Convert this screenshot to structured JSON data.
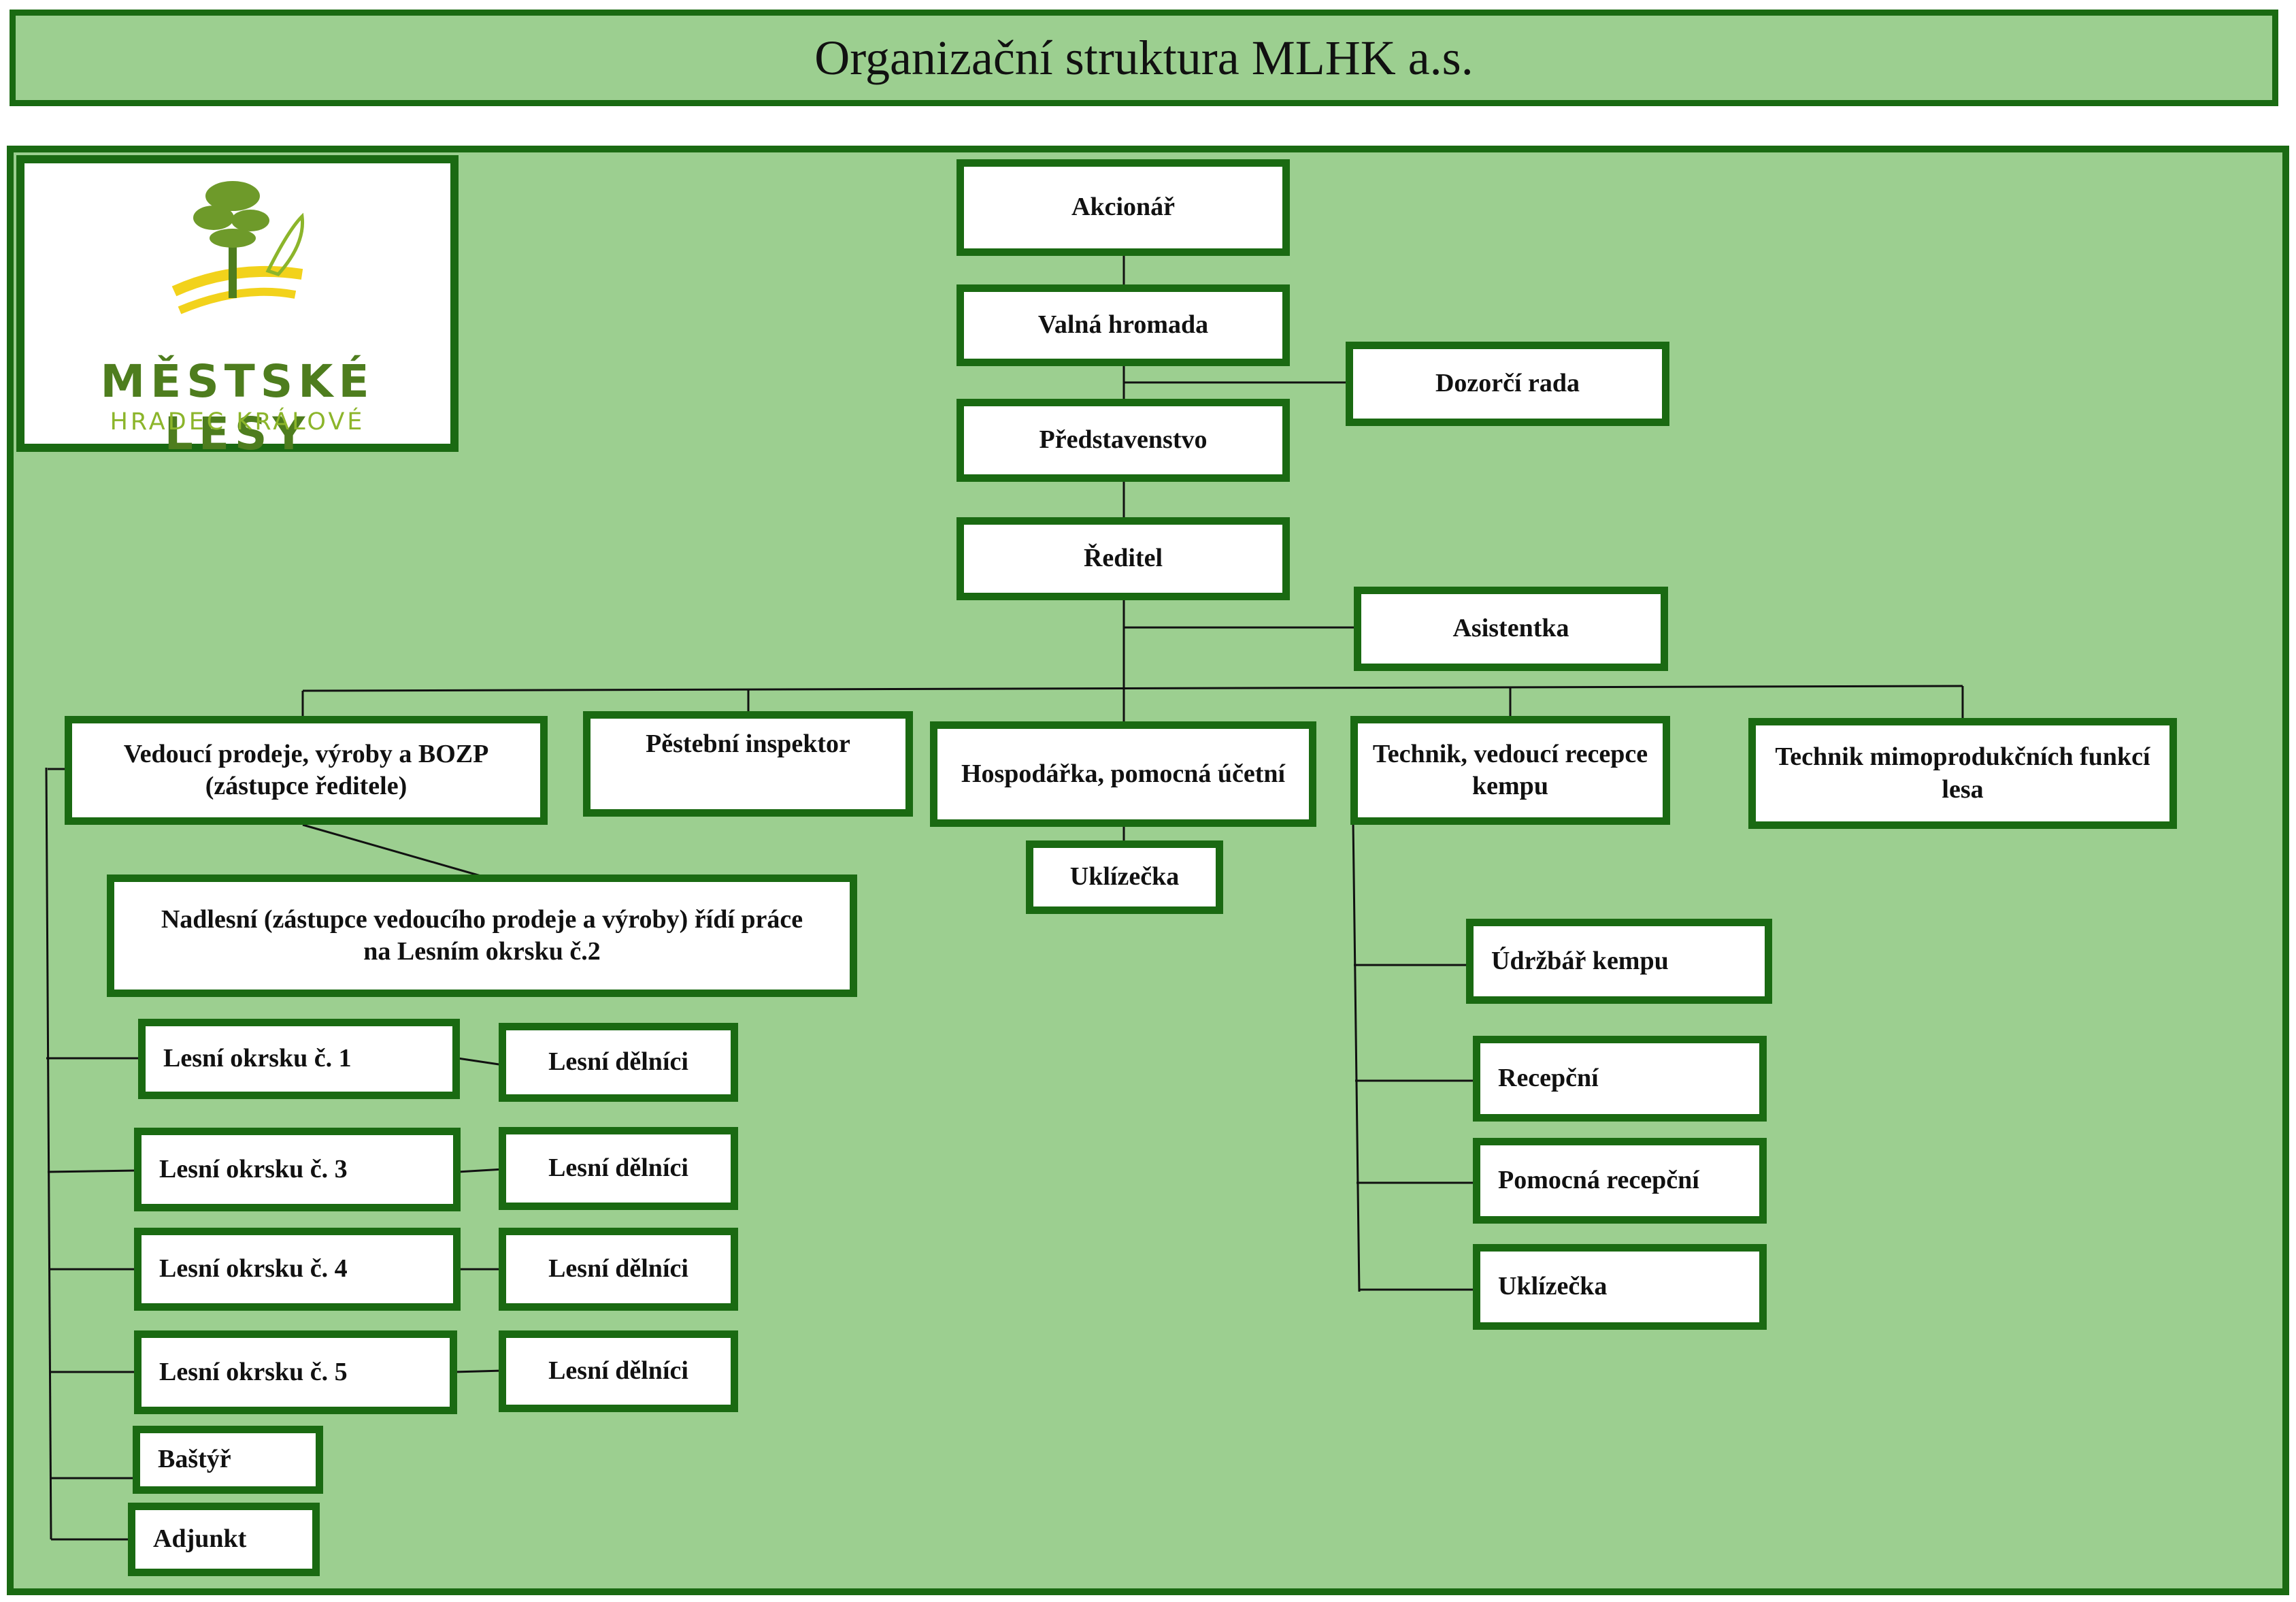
{
  "title": "Organizační struktura MLHK a.s.",
  "logo": {
    "name": "MĚSTSKÉ LESY",
    "city": "HRADEC KRÁLOVÉ"
  },
  "boxes": {
    "akcionar": "Akcionář",
    "valna_hromada": "Valná hromada",
    "dozorci_rada": "Dozorčí rada",
    "predstavenstvo": "Představenstvo",
    "reditel": "Ředitel",
    "asistentka": "Asistentka",
    "vedouci_prodeje": "Vedoucí prodeje, výroby a BOZP (zástupce ředitele)",
    "pestebni_inspektor": "Pěstební inspektor",
    "hospodarka": "Hospodářka, pomocná účetní",
    "technik_kempu": "Technik, vedoucí recepce kempu",
    "technik_mimoprodukcnich": "Technik mimoprodukčních funkcí lesa",
    "nadlesni": "Nadlesní (zástupce vedoucího prodeje a výroby) řídí práce na Lesním okrsku č.2",
    "uklizecka_1": "Uklízečka",
    "udrzbar_kempu": "Údržbář kempu",
    "recepcni": "Recepční",
    "pomocna_recepcni": "Pomocná recepční",
    "uklizecka_2": "Uklízečka",
    "okrsek_1": "Lesní okrsku č. 1",
    "okrsek_3": "Lesní okrsku č. 3",
    "okrsek_4": "Lesní okrsku č. 4",
    "okrsek_5": "Lesní okrsku č. 5",
    "delnici_1": "Lesní dělníci",
    "delnici_3": "Lesní dělníci",
    "delnici_4": "Lesní dělníci",
    "delnici_5": "Lesní dělníci",
    "bastvr": "Baštýř",
    "adjunkt": "Adjunkt"
  },
  "colors": {
    "panel_background": "#9ccf90",
    "box_border": "#1a6a12",
    "logo_text": "#4e7d1e",
    "logo_subtext": "#8cb52b"
  }
}
